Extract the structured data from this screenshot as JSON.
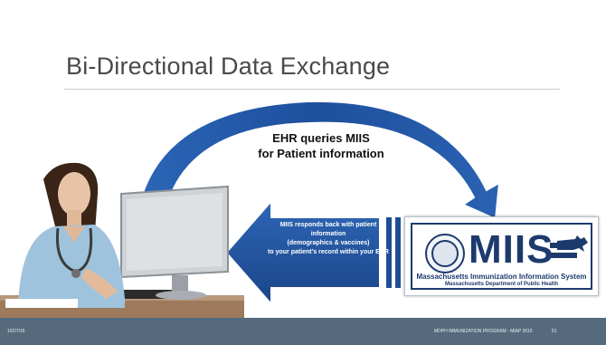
{
  "slide": {
    "title": "Bi-Directional Data Exchange",
    "callout_query": "EHR queries MIIS\nfor Patient information",
    "callout_response": "MIIS responds back with patient information\n(demographics & vaccines)\nto your patient’s record within your EHR"
  },
  "logo": {
    "acronym": "MIIS",
    "system_name": "Massachusetts Immunization Information System",
    "department": "Massachusetts Department of Public Health"
  },
  "footer": {
    "date": "10/27/16",
    "program": "MDPH IMMUNIZATION PROGRAM - MIAP 2016",
    "page_number": "61"
  },
  "colors": {
    "arrow_blue": "#1f4e96",
    "footer_bg": "#556b7d",
    "title_color": "#4a4a4a",
    "logo_blue": "#1d3a6d"
  },
  "icons": {
    "clinician": "clinician-at-computer-illustration",
    "seal": "massachusetts-seal-icon",
    "state_shape": "massachusetts-state-icon"
  }
}
